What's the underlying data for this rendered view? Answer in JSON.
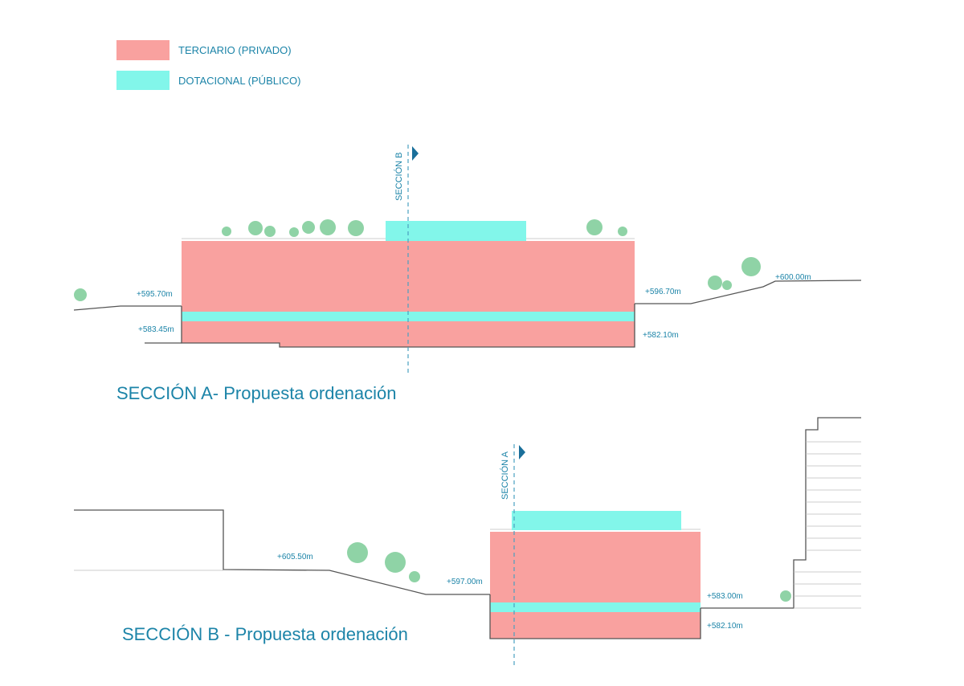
{
  "legend": [
    {
      "label": "TERCIARIO (PRIVADO)",
      "color": "#f9a19f"
    },
    {
      "label": "DOTACIONAL (PÚBLICO)",
      "color": "#82f6ea"
    }
  ],
  "section_a": {
    "title": "SECCIÓN A- Propuesta ordenación",
    "cut_marker": "SECCIÓN B",
    "levels": [
      "+595.70m",
      "+583.45m",
      "+596.70m",
      "+582.10m",
      "+600.00m"
    ]
  },
  "section_b": {
    "title": "SECCIÓN B - Propuesta ordenación",
    "cut_marker": "SECCIÓN A",
    "levels": [
      "+605.50m",
      "+597.00m",
      "+583.00m",
      "+582.10m"
    ]
  }
}
